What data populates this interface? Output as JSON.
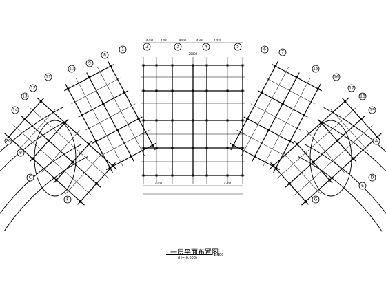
{
  "title": "一层平面布置图",
  "subtitle": "(H=-0.000)",
  "scale": "1:100",
  "axis_labels": [
    "1",
    "2",
    "3",
    "4",
    "5",
    "6",
    "7",
    "8",
    "9",
    "10",
    "11",
    "12",
    "13",
    "14",
    "15",
    "16",
    "17",
    "18",
    "19",
    "20",
    "A",
    "B",
    "C",
    "D",
    "E",
    "F",
    "G"
  ],
  "dimensions": [
    "4200",
    "4200",
    "8400",
    "4500",
    "4200",
    "25000",
    "4200",
    "4200"
  ],
  "colors": {
    "line": "#000000",
    "background": "#ffffff"
  }
}
